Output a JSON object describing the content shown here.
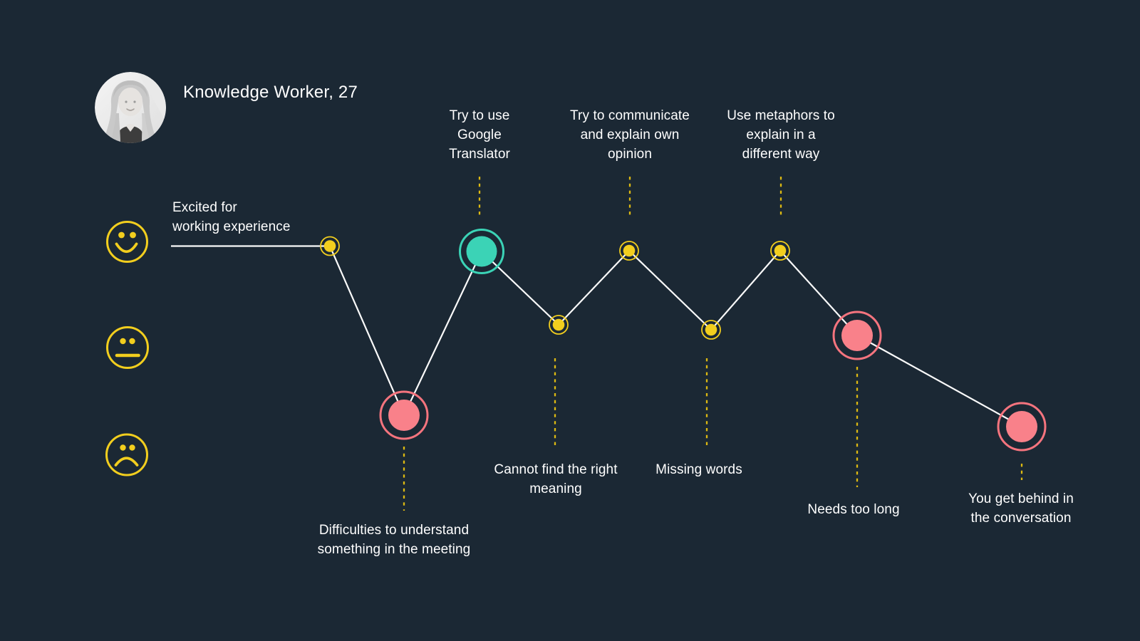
{
  "persona": {
    "title": "Knowledge Worker, 27",
    "avatar_icon": "woman-portrait-photo-grayscale"
  },
  "mood_scale": {
    "icons": [
      "happy-face-icon",
      "neutral-face-icon",
      "sad-face-icon"
    ],
    "levels": [
      "happy",
      "neutral",
      "sad"
    ]
  },
  "journey_points": [
    {
      "id": "excited",
      "label": "Excited for\nworking experience",
      "mood": "high",
      "marker": "small-yellow-dot"
    },
    {
      "id": "difficulties",
      "label": "Difficulties to understand\nsomething in the meeting",
      "mood": "low",
      "marker": "large-red-dot"
    },
    {
      "id": "google-translator",
      "label": "Try to use\nGoogle\nTranslator",
      "mood": "high",
      "marker": "large-teal-dot"
    },
    {
      "id": "cannot-find-meaning",
      "label": "Cannot find the right\nmeaning",
      "mood": "medium",
      "marker": "small-yellow-dot"
    },
    {
      "id": "communicate-opinion",
      "label": "Try to communicate\nand explain own\nopinion",
      "mood": "high",
      "marker": "small-yellow-dot"
    },
    {
      "id": "missing-words",
      "label": "Missing words",
      "mood": "medium",
      "marker": "small-yellow-dot"
    },
    {
      "id": "use-metaphors",
      "label": "Use metaphors to\nexplain in a\ndifferent way",
      "mood": "high",
      "marker": "small-yellow-dot"
    },
    {
      "id": "needs-too-long",
      "label": "Needs too long",
      "mood": "medium-low",
      "marker": "large-red-dot"
    },
    {
      "id": "behind-conversation",
      "label": "You get behind in\nthe conversation",
      "mood": "low",
      "marker": "large-red-dot"
    }
  ],
  "colors": {
    "background": "#1B2834",
    "yellow": "#F2CE1E",
    "dotted_connector": "#DDB912",
    "teal": "#3BD3B6",
    "red_fill": "#F9818A",
    "red_ring": "#F5747E",
    "journey_line": "#FAFAFA",
    "text": "#FFFFFF"
  }
}
